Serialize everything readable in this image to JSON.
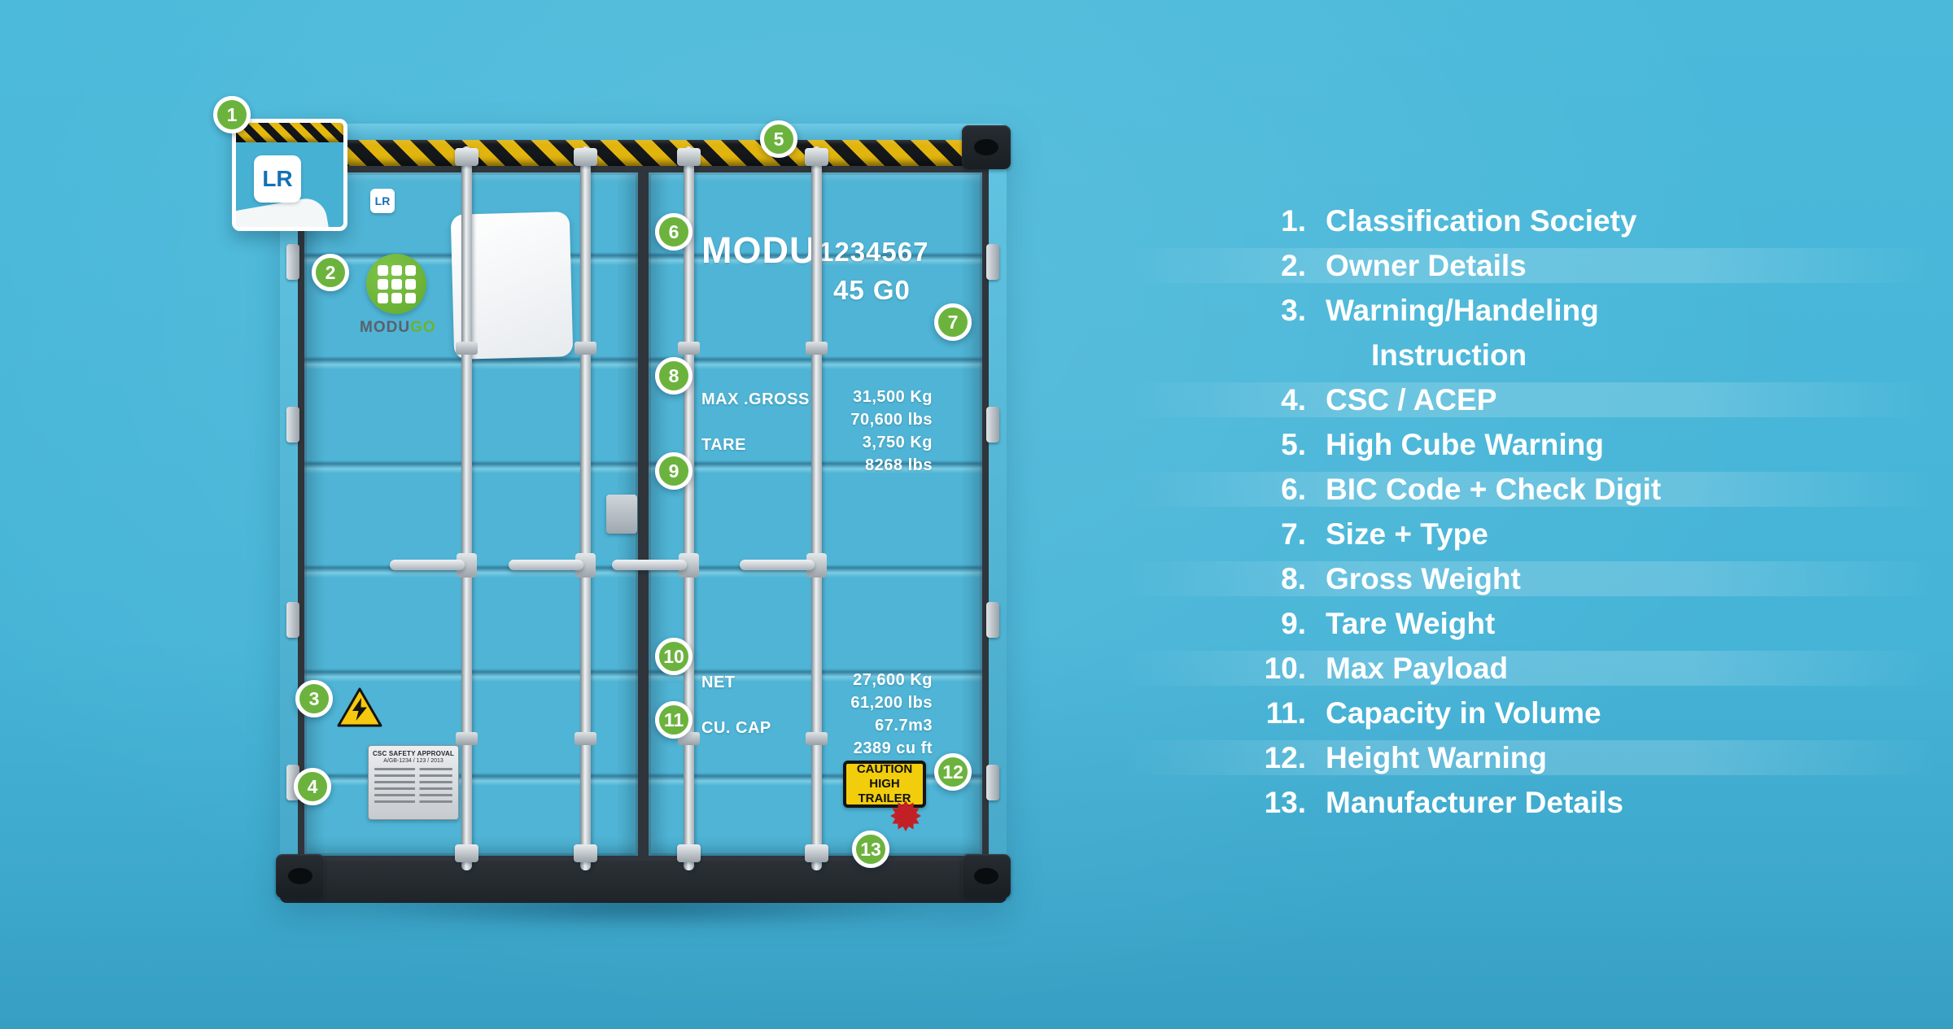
{
  "colors": {
    "background": "#46b4d7",
    "container_blue": "#4db2d3",
    "frame_dark": "#2f353a",
    "callout_green": "#6cb33e",
    "hazard_yellow": "#e2b50e",
    "caution_yellow": "#f2cd0c",
    "seal_red": "#c22026",
    "legend_text": "#ffffff"
  },
  "callouts": [
    "1",
    "2",
    "3",
    "4",
    "5",
    "6",
    "7",
    "8",
    "9",
    "10",
    "11",
    "12",
    "13"
  ],
  "legend": {
    "items": [
      {
        "num": "1.",
        "label": "Classification Society"
      },
      {
        "num": "2.",
        "label": "Owner Details"
      },
      {
        "num": "3.",
        "label": "Warning/Handeling",
        "label2": "Instruction"
      },
      {
        "num": "4.",
        "label": "CSC / ACEP"
      },
      {
        "num": "5.",
        "label": "High Cube Warning"
      },
      {
        "num": "6.",
        "label": "BIC Code + Check Digit"
      },
      {
        "num": "7.",
        "label": "Size + Type"
      },
      {
        "num": "8.",
        "label": "Gross Weight"
      },
      {
        "num": "9.",
        "label": "Tare Weight"
      },
      {
        "num": "10.",
        "label": "Max Payload"
      },
      {
        "num": "11.",
        "label": "Capacity in Volume"
      },
      {
        "num": "12.",
        "label": "Height Warning"
      },
      {
        "num": "13.",
        "label": "Manufacturer Details"
      }
    ]
  },
  "container": {
    "bic": "MODU",
    "serial": "1234567",
    "size_type": "45 G0",
    "classification_mark": "LR",
    "owner_logo": {
      "part1": "MODU",
      "part2": "GO"
    },
    "weights": {
      "max_gross": {
        "label": "MAX .GROSS",
        "metric": "31,500 Kg",
        "imperial": "70,600 lbs"
      },
      "tare": {
        "label": "TARE",
        "metric": "3,750 Kg",
        "imperial": "8268 lbs"
      },
      "net": {
        "label": "NET",
        "metric": "27,600 Kg",
        "imperial": "61,200 lbs"
      },
      "cu_cap": {
        "label": "CU. CAP",
        "metric": "67.7m3",
        "imperial": "2389 cu ft"
      }
    },
    "caution_sign": {
      "line1": "CAUTION",
      "line2": "HIGH TRAILER"
    },
    "csc_plate": {
      "title": "CSC SAFETY APPROVAL",
      "subtitle": "A/GB-1234 / 123 / 2013"
    }
  },
  "inset": {
    "classification_mark": "LR"
  }
}
